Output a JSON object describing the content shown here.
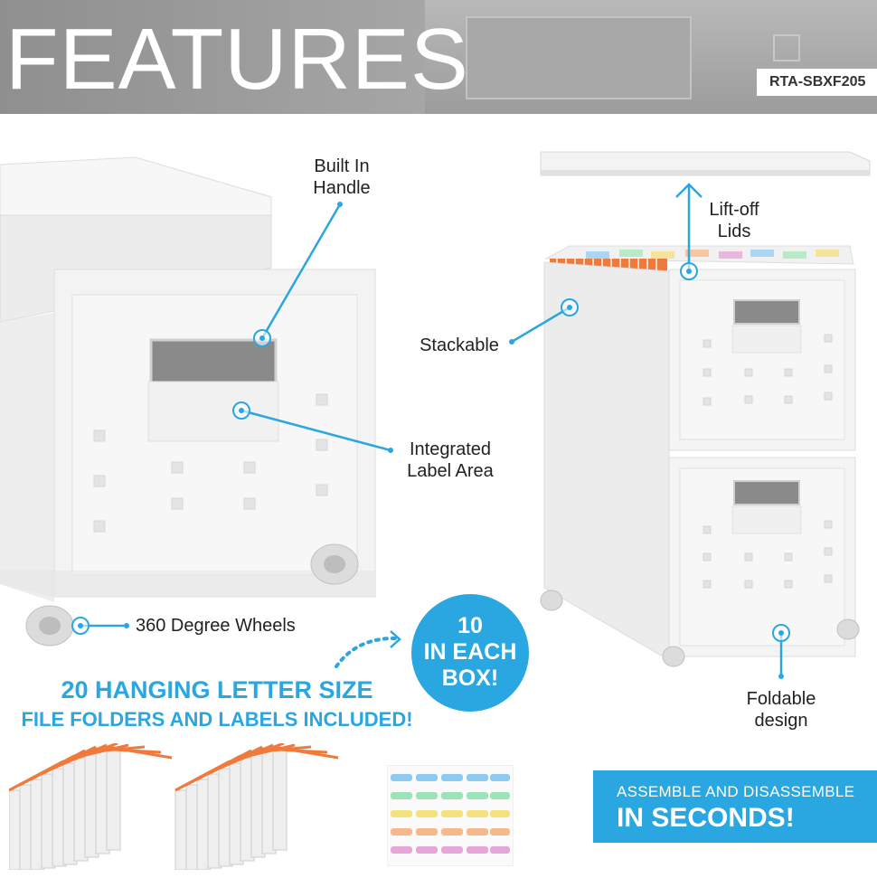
{
  "header": {
    "title": "FEATURES",
    "sku": "RTA-SBXF205"
  },
  "callouts": {
    "handle": [
      "Built In",
      "Handle"
    ],
    "label_area": [
      "Integrated",
      "Label Area"
    ],
    "wheels": "360 Degree Wheels",
    "lids": [
      "Lift-off",
      "Lids"
    ],
    "stackable": "Stackable",
    "foldable": [
      "Foldable",
      "design"
    ]
  },
  "promo": {
    "line1": "20 HANGING LETTER SIZE",
    "line2": "FILE FOLDERS AND LABELS INCLUDED!"
  },
  "badge": [
    "10",
    "IN EACH",
    "BOX!"
  ],
  "banner": {
    "line1": "ASSEMBLE AND DISASSEMBLE",
    "line2": "IN SECONDS!"
  },
  "colors": {
    "accent": "#2aa6e0",
    "header_bg": "#a3a3a3",
    "folder_tab": "#f07a3c"
  },
  "label_sheet_colors": [
    "#8ec9ef",
    "#9de3b8",
    "#f3e27e",
    "#f5b98c",
    "#e7a6d8"
  ]
}
